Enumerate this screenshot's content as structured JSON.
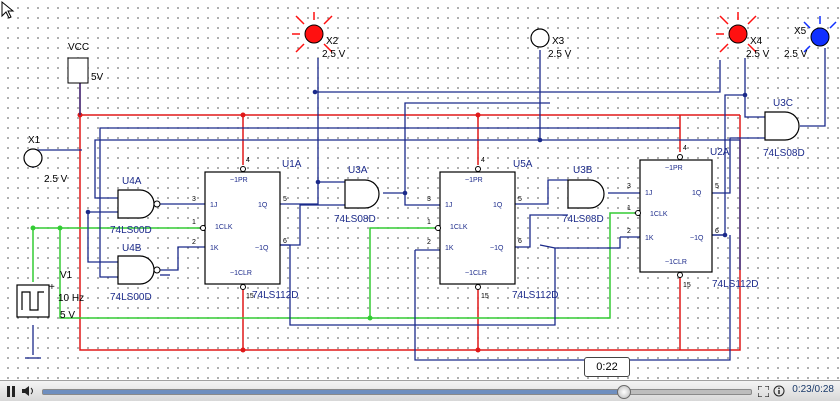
{
  "components": {
    "vcc": {
      "name": "VCC",
      "value": "5V"
    },
    "x1": {
      "name": "X1",
      "value": "2.5 V"
    },
    "x2": {
      "name": "X2",
      "value": "2.5 V"
    },
    "x3": {
      "name": "X3",
      "value": "2.5 V"
    },
    "x4": {
      "name": "X4",
      "value": "2.5 V"
    },
    "x5": {
      "name": "X5",
      "value": "2.5 V"
    },
    "v1": {
      "name": "V1",
      "freq": "10 Hz",
      "volt": "5 V"
    },
    "u4a": {
      "name": "U4A",
      "part": "74LS00D"
    },
    "u4b": {
      "name": "U4B",
      "part": "74LS00D"
    },
    "u3a": {
      "name": "U3A",
      "part": "74LS08D"
    },
    "u3b": {
      "name": "U3B",
      "part": "74LS08D"
    },
    "u3c": {
      "name": "U3C",
      "part": "74LS08D"
    },
    "u1a": {
      "name": "U1A",
      "part": "74LS112D"
    },
    "u5a": {
      "name": "U5A",
      "part": "74LS112D"
    },
    "u2a": {
      "name": "U2A",
      "part": "74LS112D"
    }
  },
  "pins": {
    "pr": "~1PR",
    "clr": "~1CLR",
    "j": "1J",
    "k": "1K",
    "clk": "1CLK",
    "q": "1Q",
    "qn": "~1Q",
    "n1": "1",
    "n2": "2",
    "n3": "3",
    "n4": "4",
    "n5": "5",
    "n6": "6",
    "n15": "15"
  },
  "colors": {
    "wire_blue": "#1b2a8a",
    "wire_red": "#e01818",
    "wire_green": "#33cc33",
    "led_red": "#ff1010",
    "led_blue": "#1030ff",
    "led_off": "#ffffff"
  },
  "player": {
    "tooltip": "0:22",
    "time": "0:23/0:28",
    "progress": 0.82
  }
}
